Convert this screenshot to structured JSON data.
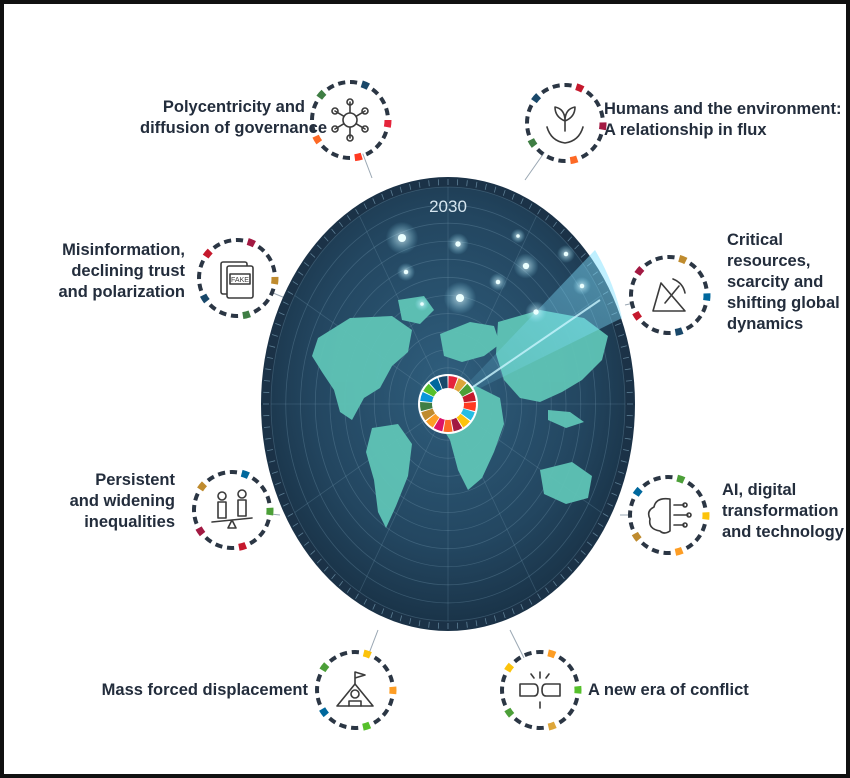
{
  "radar": {
    "year": "2030"
  },
  "trends": [
    {
      "id": "polycentricity",
      "icon": "network-hub-icon",
      "lines": [
        "Polycentricity and",
        "diffusion of governance"
      ]
    },
    {
      "id": "humans-environment",
      "icon": "hands-plant-icon",
      "lines": [
        "Humans and the environment:",
        "A relationship in flux"
      ]
    },
    {
      "id": "misinformation",
      "icon": "fake-news-icon",
      "lines": [
        "Misinformation,",
        "declining trust",
        "and polarization"
      ]
    },
    {
      "id": "critical-resources",
      "icon": "pickaxe-mining-icon",
      "lines": [
        "Critical",
        "resources,",
        "scarcity and",
        "shifting global",
        "dynamics"
      ]
    },
    {
      "id": "inequalities",
      "icon": "people-seesaw-icon",
      "lines": [
        "Persistent",
        "and widening",
        "inequalities"
      ]
    },
    {
      "id": "ai-digital",
      "icon": "brain-circuit-icon",
      "lines": [
        "AI, digital",
        "transformation",
        "and technology"
      ]
    },
    {
      "id": "displacement",
      "icon": "shelter-tent-icon",
      "lines": [
        "Mass forced displacement"
      ]
    },
    {
      "id": "conflict",
      "icon": "fists-clash-icon",
      "lines": [
        "A new era of conflict"
      ]
    }
  ],
  "colors": {
    "radar_dark": "#1f3a52",
    "radar_mid": "#2c5572",
    "map": "#5fc4b6",
    "label": "#232d3c",
    "icon_stroke": "#3b3b3b",
    "ring_dark": "#2b3644",
    "sdg": [
      "#E5243B",
      "#DDA63A",
      "#4C9F38",
      "#C5192D",
      "#FF3A21",
      "#26BDE2",
      "#FCC30B",
      "#A21942",
      "#FD6925",
      "#DD1367",
      "#FD9D24",
      "#BF8B2E",
      "#3F7E44",
      "#0A97D9",
      "#56C02B",
      "#00689D",
      "#19486A"
    ]
  }
}
